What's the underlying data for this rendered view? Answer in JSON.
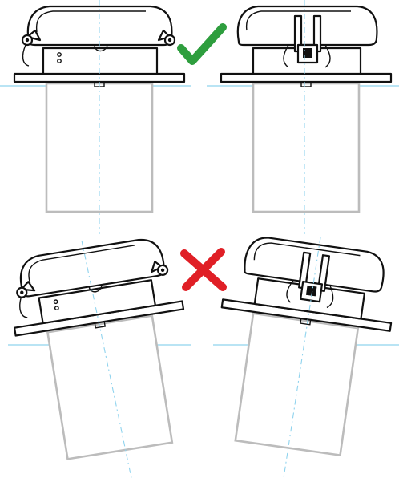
{
  "colors": {
    "correct": "#2e9e3e",
    "incorrect": "#e01f26",
    "guide": "#8fd3ee",
    "pipe": "#bcbcbc",
    "outline": "#111111"
  },
  "icons": {
    "correct": "check-mark-icon",
    "incorrect": "cross-mark-icon"
  },
  "panels": [
    {
      "id": "top-left",
      "status": "correct",
      "orientation": "level",
      "view": "side"
    },
    {
      "id": "top-right",
      "status": "correct",
      "orientation": "level",
      "view": "front"
    },
    {
      "id": "bottom-left",
      "status": "incorrect",
      "orientation": "tilted",
      "view": "side"
    },
    {
      "id": "bottom-right",
      "status": "incorrect",
      "orientation": "tilted",
      "view": "front"
    }
  ]
}
